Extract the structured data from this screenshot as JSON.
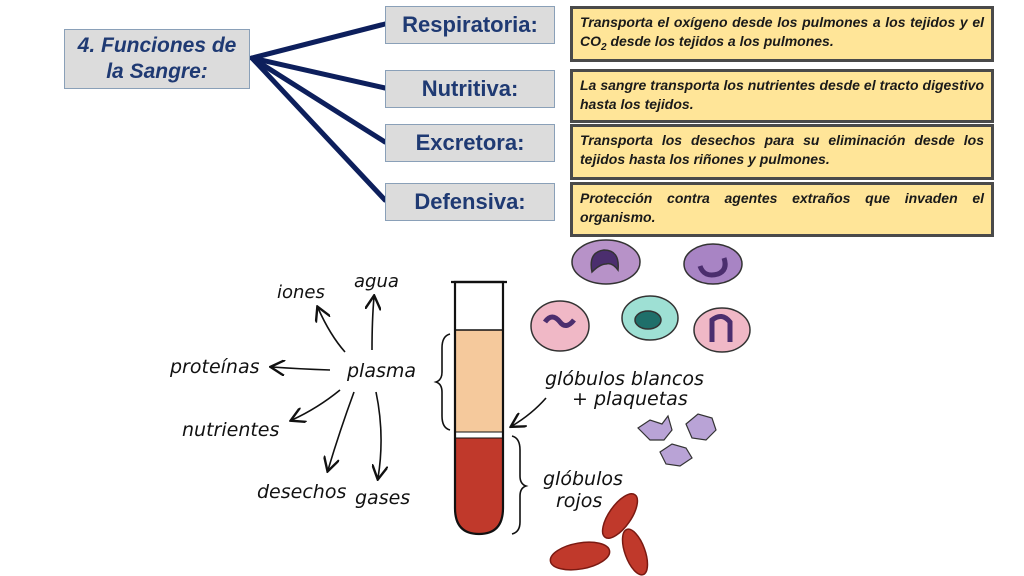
{
  "title": "4. Funciones de la Sangre:",
  "functions": [
    {
      "label": "Respiratoria:",
      "desc_pre": "Transporta el oxígeno desde los pulmones a los tejidos y el CO",
      "desc_sub": "2",
      "desc_post": " desde los tejidos a los pulmones."
    },
    {
      "label": "Nutritiva:",
      "desc_pre": "La sangre transporta los nutrientes desde el tracto digestivo hasta los tejidos.",
      "desc_sub": "",
      "desc_post": ""
    },
    {
      "label": "Excretora:",
      "desc_pre": "Transporta los desechos para su eliminación desde los tejidos hasta los riñones y pulmones.",
      "desc_sub": "",
      "desc_post": ""
    },
    {
      "label": "Defensiva:",
      "desc_pre": "Protección contra agentes extraños que invaden el organismo.",
      "desc_sub": "",
      "desc_post": ""
    }
  ],
  "illustration": {
    "center": "plasma",
    "components": [
      "iones",
      "agua",
      "proteínas",
      "nutrientes",
      "desechos",
      "gases"
    ],
    "white_cells_label_1": "glóbulos blancos",
    "white_cells_label_2": "+ plaquetas",
    "red_cells_label_1": "glóbulos",
    "red_cells_label_2": "rojos"
  },
  "colors": {
    "title_text": "#1f3a73",
    "connector": "#0d1f5c",
    "desc_fill": "#ffe598",
    "plasma": "#f5c99c",
    "blood": "#c0392b"
  }
}
